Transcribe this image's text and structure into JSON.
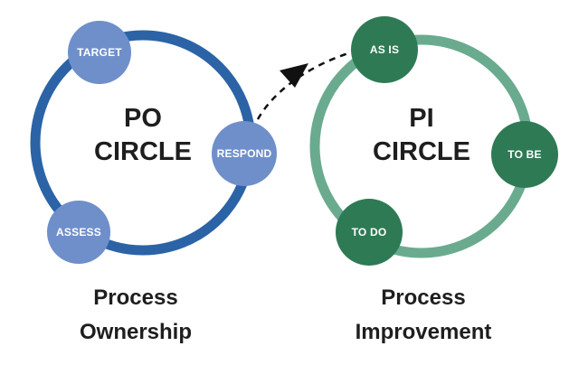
{
  "colors": {
    "po_ring": "#2b63a6",
    "po_node": "#6f8fca",
    "pi_ring": "#6aab8f",
    "pi_node": "#2e7a55",
    "arrow": "#111111",
    "text_dark": "#1e1e1e",
    "node_text": "#ffffff"
  },
  "po": {
    "title_line1": "PO",
    "title_line2": "CIRCLE",
    "caption_line1": "Process",
    "caption_line2": "Ownership",
    "nodes": {
      "target": "TARGET",
      "respond": "RESPOND",
      "assess": "ASSESS"
    }
  },
  "pi": {
    "title_line1": "PI",
    "title_line2": "CIRCLE",
    "caption_line1": "Process",
    "caption_line2": "Improvement",
    "nodes": {
      "as_is": "AS IS",
      "to_be": "TO BE",
      "to_do": "TO DO"
    }
  }
}
